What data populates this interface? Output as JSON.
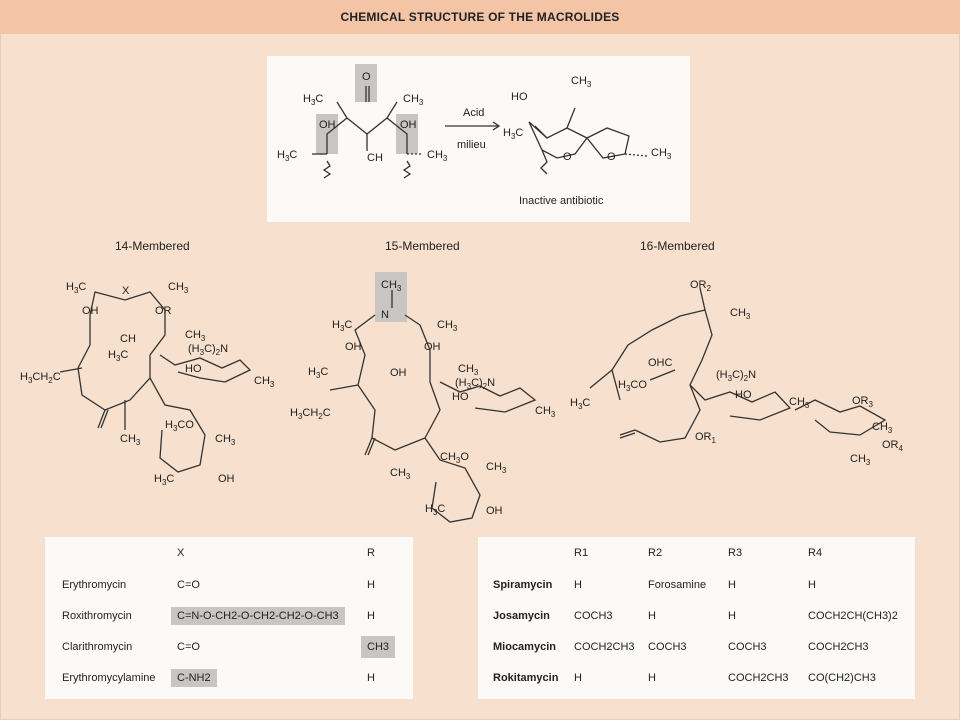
{
  "title": "CHEMICAL STRUCTURE OF THE MACROLIDES",
  "reaction": {
    "arrow_top": "Acid",
    "arrow_bottom": "milieu",
    "product_caption": "Inactive antibiotic"
  },
  "structures": {
    "s14": "14-Membered",
    "s15": "15-Membered",
    "s16": "16-Membered"
  },
  "table14": {
    "header_x": "X",
    "header_r": "R",
    "rows": [
      {
        "name": "Erythromycin",
        "x": "C=O",
        "r": "H"
      },
      {
        "name": "Roxithromycin",
        "x": "C=N-O-CH2-O-CH2-CH2-O-CH3",
        "r": "H"
      },
      {
        "name": "Clarithromycin",
        "x": "C=O",
        "r": "CH3"
      },
      {
        "name": "Erythromycylamine",
        "x": "C-NH2",
        "r": "H"
      }
    ]
  },
  "table16": {
    "headers": [
      "R1",
      "R2",
      "R3",
      "R4"
    ],
    "rows": [
      {
        "name": "Spiramycin",
        "r1": "H",
        "r2": "Forosamine",
        "r3": "H",
        "r4": "H"
      },
      {
        "name": "Josamycin",
        "r1": "COCH3",
        "r2": "H",
        "r3": "H",
        "r4": "COCH2CH(CH3)2"
      },
      {
        "name": "Miocamycin",
        "r1": "COCH2CH3",
        "r2": "COCH3",
        "r3": "COCH3",
        "r4": "COCH2CH3"
      },
      {
        "name": "Rokitamycin",
        "r1": "H",
        "r2": "H",
        "r3": "COCH2CH3",
        "r4": "CO(CH2)CH3"
      }
    ]
  },
  "colors": {
    "background": "#f7e0cd",
    "title_bar": "#f4c4a6",
    "panel": "#fbfaf7",
    "highlight": "#c8c5c2"
  }
}
